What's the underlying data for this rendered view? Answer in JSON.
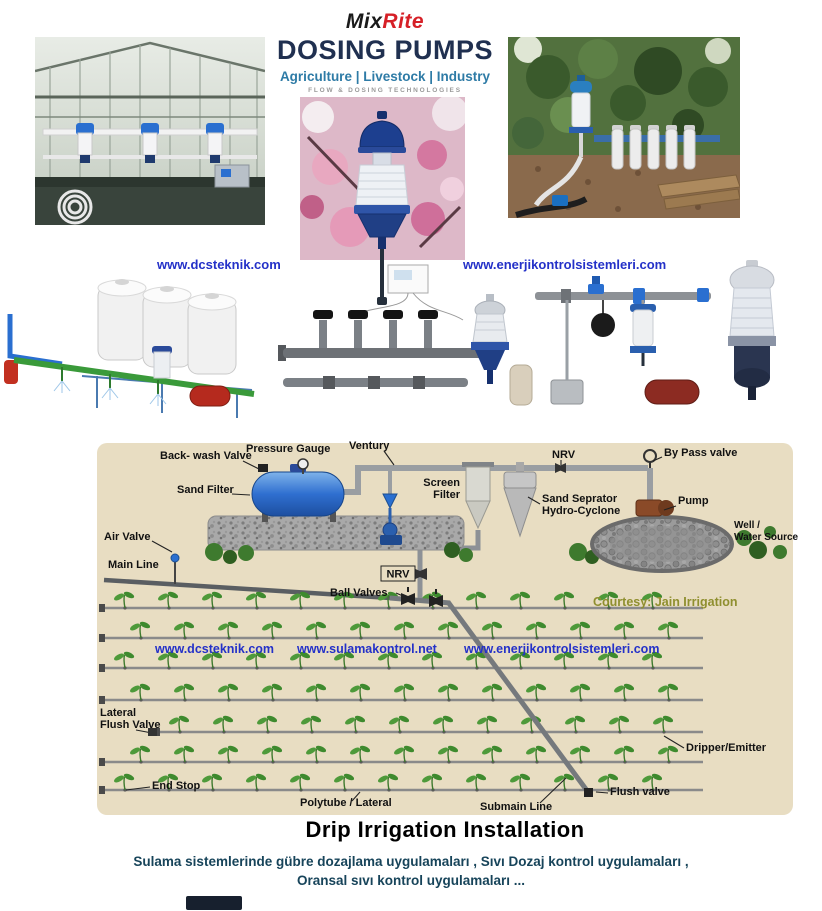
{
  "header": {
    "brand": {
      "mix": "Mix",
      "rite": "Rite"
    },
    "title": "DOSING PUMPS",
    "subtitle": "Agriculture | Livestock | Industry",
    "tagline": "FLOW & DOSING TECHNOLOGIES"
  },
  "links": {
    "top_left": "www.dcsteknik.com",
    "top_right": "www.enerjikontrolsistemleri.com",
    "field_1": "www.dcsteknik.com",
    "field_2": "www.sulamakontrol.net",
    "field_3": "www.enerjikontrolsistemleri.com"
  },
  "diagram": {
    "labels": {
      "back_wash_valve": "Back- wash Valve",
      "pressure_gauge": "Pressure Gauge",
      "ventury": "Ventury",
      "nrv_top": "NRV",
      "by_pass_valve": "By Pass valve",
      "sand_filter": "Sand Filter",
      "screen_filter_1": "Screen",
      "screen_filter_2": "Filter",
      "sand_separator_1": "Sand Seprator",
      "sand_separator_2": "Hydro-Cyclone",
      "pump": "Pump",
      "well_1": "Well /",
      "well_2": "Water Source",
      "air_valve": "Air Valve",
      "main_line": "Main Line",
      "nrv_mid": "NRV",
      "ball_valves": "Ball Valves",
      "courtesy": "Courtesy: Jain Irrigation",
      "lateral_flush_1": "Lateral",
      "lateral_flush_2": "Flush Valve",
      "end_stop": "End Stop",
      "polytube": "Polytube / Lateral",
      "submain_line": "Submain Line",
      "flush_valve": "Flush valve",
      "dripper": "Dripper/Emitter"
    },
    "title": "Drip Irrigation Installation"
  },
  "footer": {
    "line1": "Sulama sistemlerinde gübre dozajlama uygulamaları , Sıvı Dozaj kontrol uygulamaları ,",
    "line2": "Oransal sıvı kontrol uygulamaları ..."
  },
  "colors": {
    "brand_red": "#d62027",
    "title_navy": "#203050",
    "subtitle_blue": "#2e7ba6",
    "link_blue": "#2431c8",
    "footer_teal": "#17445a",
    "diagram_bg": "#e8ddc2"
  }
}
